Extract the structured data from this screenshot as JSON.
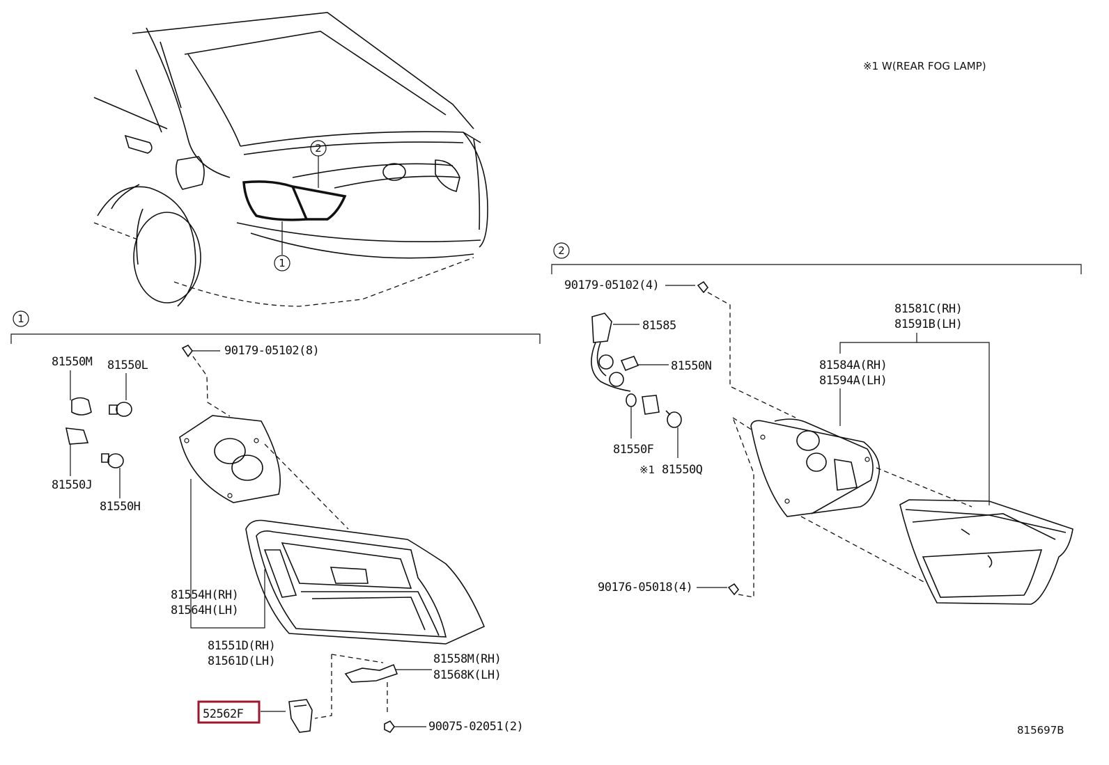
{
  "note": "※1 W(REAR FOG LAMP)",
  "callouts": {
    "one": "1",
    "two": "2"
  },
  "section1": {
    "parts": {
      "p81550M": "81550M",
      "p81550L": "81550L",
      "p81550J": "81550J",
      "p81550H": "81550H",
      "p90179_8": "90179-05102(8)",
      "p81554H_rh": "81554H(RH)",
      "p81564H_lh": "81564H(LH)",
      "p81551D_rh": "81551D(RH)",
      "p81561D_lh": "81561D(LH)",
      "p81558M_rh": "81558M(RH)",
      "p81568K_lh": "81568K(LH)",
      "p52562F": "52562F",
      "p90075": "90075-02051(2)"
    }
  },
  "section2": {
    "parts": {
      "p90179_4": "90179-05102(4)",
      "p81585": "81585",
      "p81550N": "81550N",
      "p81550F": "81550F",
      "p81550Q_mark": "※1",
      "p81550Q": "81550Q",
      "p90176": "90176-05018(4)",
      "p81581C_rh": "81581C(RH)",
      "p81591B_lh": "81591B(LH)",
      "p81584A_rh": "81584A(RH)",
      "p81594A_lh": "81594A(LH)"
    }
  },
  "diagram_id": "815697B",
  "highlight_color": "#a0152c"
}
